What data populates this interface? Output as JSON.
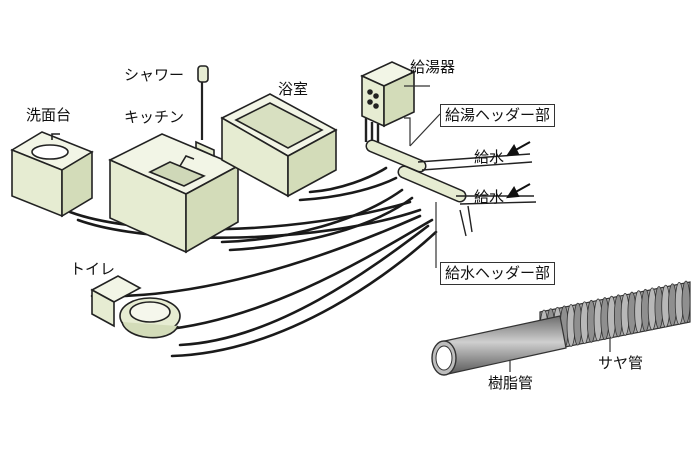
{
  "labels": {
    "washbasin": "洗面台",
    "shower": "シャワー",
    "kitchen": "キッチン",
    "bathroom": "浴室",
    "water_heater": "給湯器",
    "hot_water_header": "給湯ヘッダー部",
    "water_supply_1": "給水",
    "water_supply_2": "給水",
    "water_supply_header": "給水ヘッダー部",
    "toilet": "トイレ",
    "resin_pipe": "樹脂管",
    "sheath_pipe": "サヤ管"
  },
  "colors": {
    "fixture_fill": "#e6ecd2",
    "fixture_top": "#f2f5e6",
    "header_fill": "#d9e5c4",
    "pipe": "#1a1a1a",
    "outline": "#222222",
    "resin_pipe": "#888888",
    "sheath_pipe": "#9a9a9a"
  }
}
